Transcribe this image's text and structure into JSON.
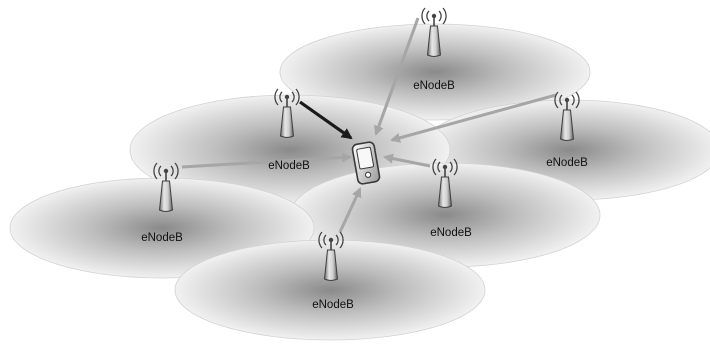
{
  "nodes": [
    {
      "id": "top",
      "label": "eNodeB"
    },
    {
      "id": "center-left",
      "label": "eNodeB"
    },
    {
      "id": "right",
      "label": "eNodeB"
    },
    {
      "id": "left",
      "label": "eNodeB"
    },
    {
      "id": "center-right",
      "label": "eNodeB"
    },
    {
      "id": "bottom",
      "label": "eNodeB"
    }
  ],
  "links": [
    {
      "from": "center-left",
      "to": "ue",
      "kind": "serving"
    },
    {
      "from": "top",
      "to": "ue",
      "kind": "neighbor"
    },
    {
      "from": "right",
      "to": "ue",
      "kind": "neighbor"
    },
    {
      "from": "left",
      "to": "ue",
      "kind": "neighbor"
    },
    {
      "from": "center-right",
      "to": "ue",
      "kind": "neighbor"
    },
    {
      "from": "bottom",
      "to": "ue",
      "kind": "neighbor"
    }
  ],
  "colors": {
    "serving_link": "#1a1a1a",
    "neighbor_link": "#a6a6a6",
    "cell_center": "#8a8a8a",
    "cell_edge": "#f1f1f1"
  }
}
